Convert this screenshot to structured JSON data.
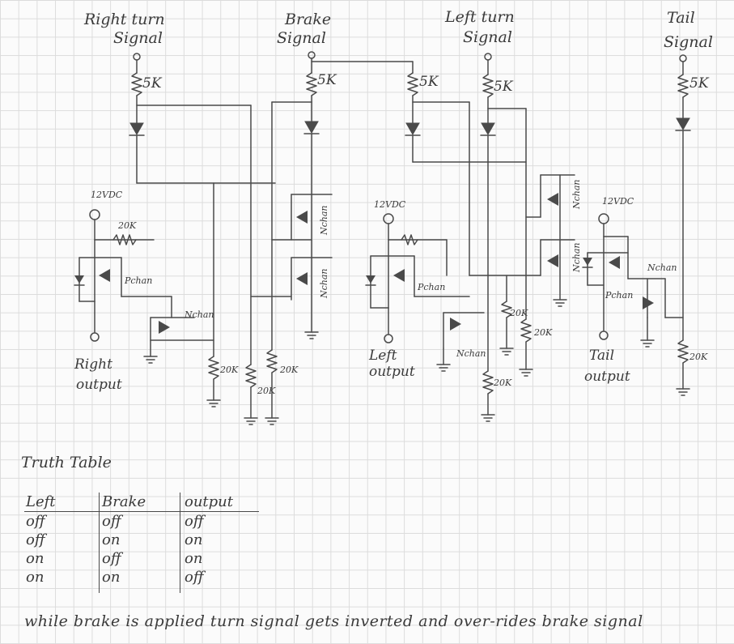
{
  "signals": {
    "right_turn": [
      "Right turn",
      "Signal"
    ],
    "brake": [
      "Brake",
      "Signal"
    ],
    "left_turn": [
      "Left turn",
      "Signal"
    ],
    "tail": [
      "Tail",
      "Signal"
    ]
  },
  "components": {
    "r5k": "5K",
    "r20k": "20K",
    "supply": "12VDC",
    "nchan": "Nchan",
    "pchan": "Pchan"
  },
  "outputs": {
    "right": [
      "Right",
      "output"
    ],
    "left": [
      "Left",
      "output"
    ],
    "tail": [
      "Tail",
      "output"
    ]
  },
  "truth_table": {
    "title": "Truth Table",
    "headers": [
      "Left",
      "Brake",
      "output"
    ],
    "rows": [
      [
        "off",
        "off",
        "off"
      ],
      [
        "off",
        "on",
        "on"
      ],
      [
        "on",
        "off",
        "on"
      ],
      [
        "on",
        "on",
        "off"
      ]
    ]
  },
  "note": "while brake is applied turn signal gets inverted and over-rides brake signal"
}
